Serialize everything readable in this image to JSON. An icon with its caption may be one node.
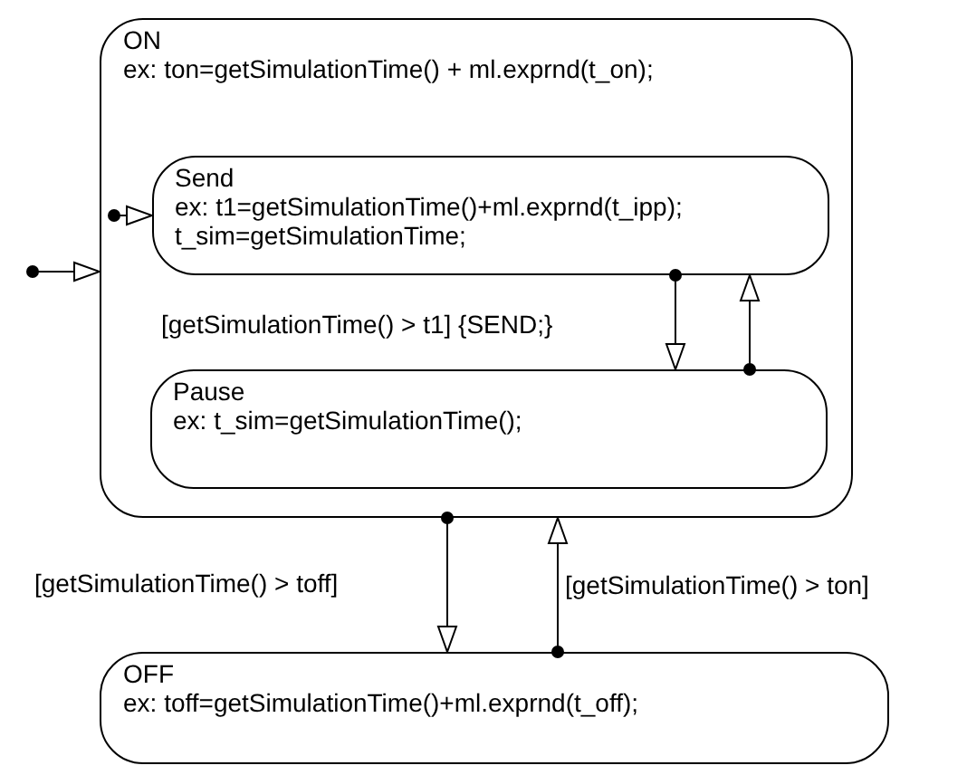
{
  "diagram": {
    "nodes": [
      {
        "text": [
          "ON",
          "ex: ton=getSimulationTime() + ml.exprnd(t_on);"
        ]
      },
      {
        "text": [
          "Send",
          "ex: t1=getSimulationTime()+ml.exprnd(t_ipp); t_sim=getSimulationTime;"
        ],
        "in": 0
      },
      {
        "text": [
          "Pause",
          "ex: t_sim=getSimulationTime();"
        ],
        "in": 0
      },
      {
        "text": [
          "OFF",
          "ex: toff=getSimulationTime()+ml.exprnd(t_off);"
        ]
      }
    ],
    "edges": [
      {
        "from": null,
        "to": 0,
        "arrow": "to"
      },
      {
        "from": null,
        "to": 1,
        "arrow": "to"
      },
      {
        "from": 1,
        "to": 2,
        "arrow": "to",
        "label": "[getSimulationTime() > t1] {SEND;}"
      },
      {
        "from": 2,
        "to": 1,
        "arrow": "to"
      },
      {
        "from": 0,
        "to": 3,
        "arrow": "to",
        "label": "[getSimulationTime() > toff]"
      },
      {
        "from": 3,
        "to": 0,
        "arrow": "to",
        "label": "[getSimulationTime() > ton]"
      }
    ]
  }
}
